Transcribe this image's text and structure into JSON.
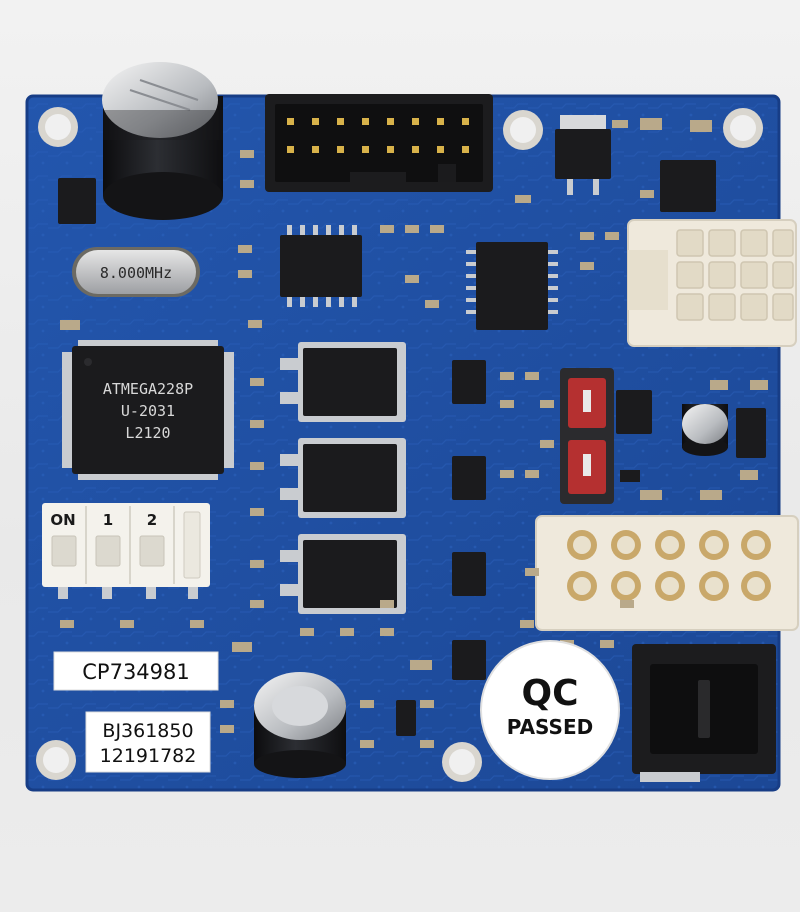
{
  "colors": {
    "background": "#ececec",
    "pcb": "#1f4ea3",
    "pcb_dark": "#173d86",
    "chip": "#1b1b1d",
    "pad": "#c9ccd0",
    "connector_white": "#efe9dc",
    "jumper_red": "#b53030"
  },
  "crystal": {
    "text": "8.000MHz"
  },
  "mcu": {
    "line1": "ATMEGA228P",
    "line2": "U-2031",
    "line3": "L2120"
  },
  "dip_switch": {
    "on_label": "ON",
    "labels": [
      "1",
      "2"
    ]
  },
  "stickers": {
    "serial_a": "CP734981",
    "serial_b_line1": "BJ361850",
    "serial_b_line2": "12191782",
    "qc_line1": "QC",
    "qc_line2": "PASSED"
  }
}
